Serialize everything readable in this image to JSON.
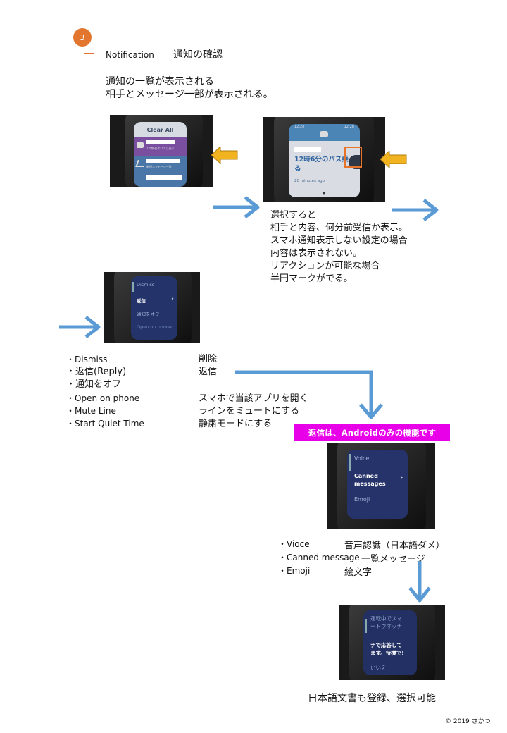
{
  "header": {
    "step_number": "3",
    "section_label": "Notification",
    "section_title_jp": "通知の確認"
  },
  "intro": {
    "line1": "通知の一覧が表示される",
    "line2": "相手とメッセージ一部が表示される。"
  },
  "screen1": {
    "header": "Clear All",
    "item1_sub": "12時6分のバスに乗る",
    "item2_sub": "新規メッセージ一覧"
  },
  "screen2": {
    "time_left": "12:28",
    "time_right": "12:28",
    "message": "12時6分のバス乗る",
    "ago": "20 minutes ago"
  },
  "select_note": {
    "lines": [
      "選択すると",
      "相手と内容、何分前受信か表示。",
      "スマホ通知表示しない設定の場合",
      "内容は表示されない。",
      "リアクションが可能な場合",
      "半円マークがでる。"
    ]
  },
  "screen3": {
    "items": [
      "Dismiss",
      "返信",
      "通知をオフ",
      "Open on phone"
    ]
  },
  "actions": {
    "left": [
      "・Dismiss",
      "・返信(Reply)",
      "・通知をオフ",
      "・Open on phone",
      "・Mute Line",
      "・Start Quiet Time"
    ],
    "right": [
      "削除",
      "返信",
      "",
      "スマホで当該アプリを開く",
      "ラインをミュートにする",
      "静粛モードにする"
    ]
  },
  "banner": "返信は、Androidのみの機能です",
  "screen4": {
    "items": [
      "Voice",
      "Canned messages",
      "Emoji"
    ]
  },
  "reply_options": [
    {
      "label": "・Vioce",
      "desc": "音声認識（日本語ダメ）"
    },
    {
      "label": "・Canned message",
      "desc": "一覧メッセージ"
    },
    {
      "label": "・Emoji",
      "desc": "絵文字"
    }
  ],
  "screen5": {
    "line1": "運転中でスマ",
    "line2": "ートウオッチ",
    "line3": "ナで応答して",
    "line4": "ます。待機で!",
    "line5": "いいえ"
  },
  "footer_note": "日本語文書も登録、選択可能",
  "copyright": "© 2019 さかつ",
  "colors": {
    "arrow_blue": "#5b9bd5",
    "yellow_arrow": "#f2b320",
    "badge_orange": "#e2762e",
    "banner_magenta": "#e800e8",
    "highlight_box": "#e8732a"
  }
}
